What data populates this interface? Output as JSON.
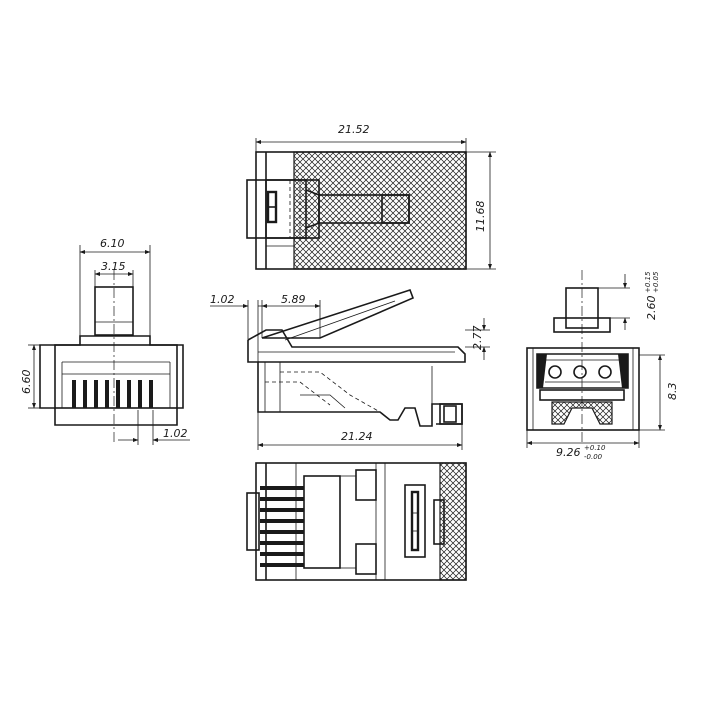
{
  "dimensions": {
    "top_length": "21.52",
    "top_height": "11.68",
    "front_width": "6.10",
    "front_inner": "3.15",
    "front_height": "6.60",
    "front_pitch": "1.02",
    "side_offset": "1.02",
    "side_latch": "5.89",
    "side_small": "2.77",
    "side_length": "21.24",
    "right_latch_base": "2.60",
    "right_latch_tol_upper": "+0.15",
    "right_latch_tol_lower": "+0.05",
    "right_height": "8.3",
    "right_width_base": "9.26",
    "right_width_tol_upper": "+0.10",
    "right_width_tol_lower": "-0.00"
  },
  "views": [
    "top-view",
    "front-view",
    "side-view",
    "right-view",
    "bottom-view"
  ]
}
